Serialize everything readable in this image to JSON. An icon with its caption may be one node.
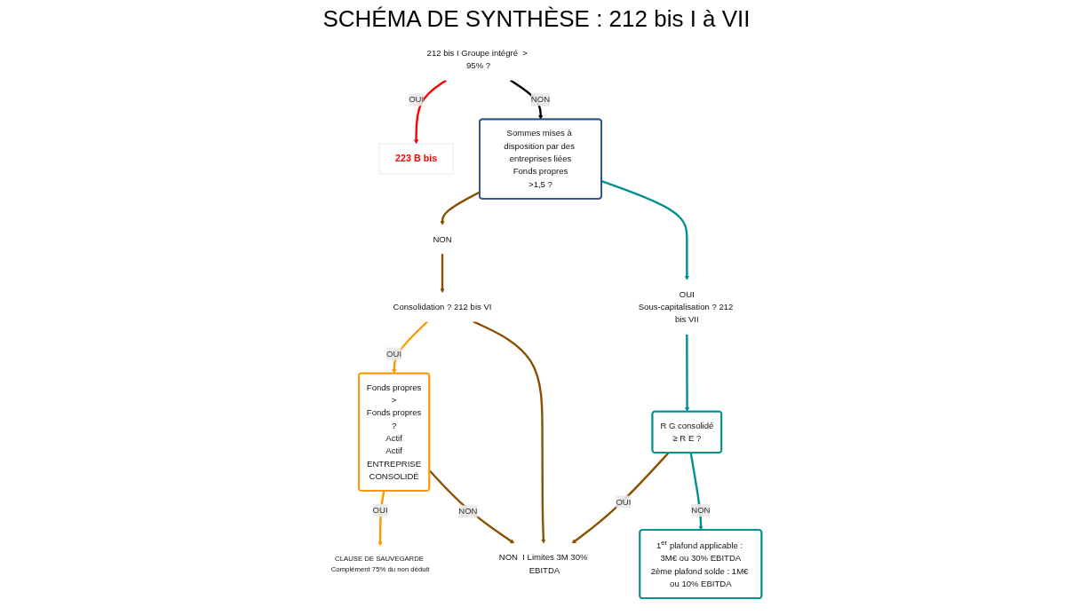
{
  "diagram": {
    "title": "SCHÉMA DE SYNTHÈSE : 212 bis I à VII",
    "nodes": [
      {
        "text": [
          "212 bis I Groupe intégré  > 95% ?"
        ]
      },
      {
        "text": [
          "223 B bis"
        ]
      },
      {
        "text": [
          "Sommes mises à disposition par des entreprises liées",
          "Fonds propres",
          ">1,5 ?"
        ]
      },
      {
        "text": [
          "NON"
        ]
      },
      {
        "text": [
          "OUI",
          "Sous-capitalisation ? 212 bis VII"
        ]
      },
      {
        "text": [
          "R G consolidé",
          "≥ R E ?"
        ]
      },
      {
        "text": [
          "Consolidation ? 212 bis VI"
        ]
      },
      {
        "text": [
          "Fonds propres",
          ">",
          "Fonds propres",
          "?",
          "Actif",
          "Actif",
          "ENTREPRISE",
          "CONSOLIDÉ"
        ]
      },
      {
        "text": [
          "CLAUSE DE SAUVEGARDE Complément 75% du non déduit"
        ]
      },
      {
        "text": [
          "1$^{er}$ plafond applicable : 3M€ ou 30% EBITDA",
          "2ème plafond solde : 1M€ ou 10% EBITDA"
        ]
      },
      {
        "text": [
          "NON  I Limites 3M 30% EBITDA"
        ]
      }
    ],
    "edges": [
      {
        "from": 0,
        "to": 1,
        "arrow": "to",
        "label": "OUI",
        "color": "#ff0000"
      },
      {
        "from": 0,
        "to": 2,
        "arrow": "to",
        "label": "NON",
        "color": "#000000"
      },
      {
        "from": 2,
        "to": 3,
        "arrow": "to"
      },
      {
        "from": 2,
        "to": 4,
        "arrow": "to",
        "color": "#009090"
      },
      {
        "from": 4,
        "to": 5,
        "arrow": "to",
        "color": "#009090"
      },
      {
        "from": 3,
        "to": 6,
        "arrow": "to"
      },
      {
        "from": 5,
        "to": 9,
        "arrow": "to",
        "label": "NON",
        "color": "#009090"
      },
      {
        "from": 5,
        "to": 10,
        "arrow": "to",
        "label": "OUI"
      },
      {
        "from": 6,
        "to": 7,
        "arrow": "to",
        "label": "OUI",
        "color": "#ff9900"
      },
      {
        "from": 6,
        "to": 10,
        "arrow": "to"
      },
      {
        "from": 7,
        "to": 8,
        "arrow": "to",
        "label": "OUI",
        "color": "#ff9900"
      },
      {
        "from": 7,
        "to": 10,
        "arrow": "to",
        "label": "NON"
      }
    ]
  }
}
